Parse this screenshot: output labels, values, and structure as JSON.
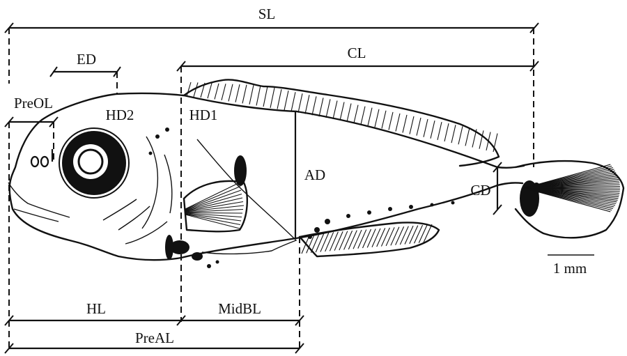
{
  "labels": {
    "sl": "SL",
    "cl": "CL",
    "ed": "ED",
    "preol": "PreOL",
    "hd2": "HD2",
    "hd1": "HD1",
    "ad": "AD",
    "cd": "CD",
    "hl": "HL",
    "midbl": "MidBL",
    "preal": "PreAL"
  },
  "scale_bar": {
    "label": "1 mm"
  }
}
